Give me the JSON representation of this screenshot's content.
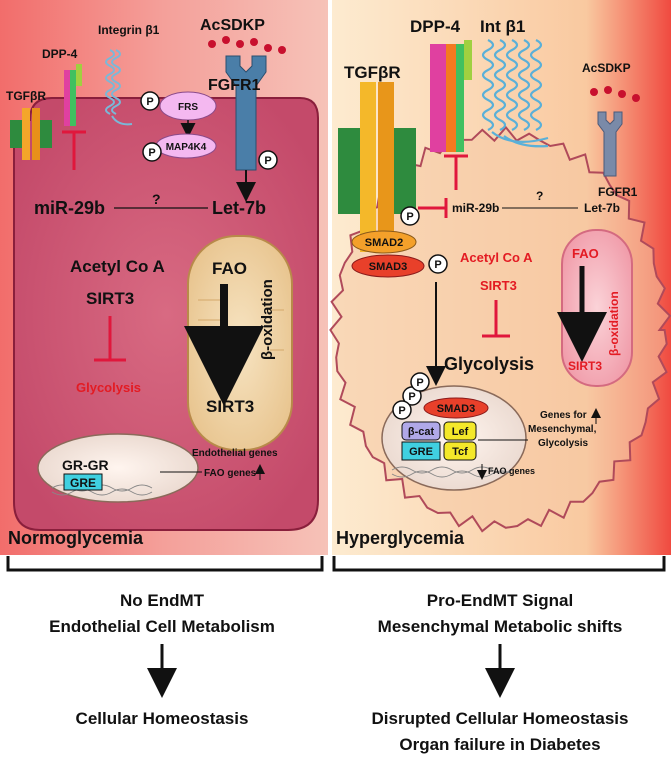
{
  "left": {
    "labels": {
      "dpp4": "DPP-4",
      "integrin": "Integrin β1",
      "acsdkp": "AcSDKP",
      "tgfbr": "TGFβR",
      "fgfr1": "FGFR1",
      "frs": "FRS",
      "map4k4": "MAP4K4",
      "mir29b": "miR-29b",
      "question": "?",
      "let7b": "Let-7b",
      "acetyl": "Acetyl Co A",
      "sirt3": "SIRT3",
      "glycolysis": "Glycolysis",
      "fao": "FAO",
      "beta_ox": "β-oxidation",
      "sirt3_mito": "SIRT3",
      "grgr": "GR-GR",
      "gre": "GRE",
      "endo_genes": "Endothelial genes",
      "fao_genes": "FAO genes",
      "condition": "Normoglycemia",
      "p": "P"
    },
    "summary": {
      "line1": "No EndMT",
      "line2": "Endothelial Cell Metabolism",
      "outcome": "Cellular Homeostasis"
    }
  },
  "right": {
    "labels": {
      "dpp4": "DPP-4",
      "int": "Int β1",
      "tgfbr": "TGFβR",
      "acsdkp": "AcSDKP",
      "fgfr1": "FGFR1",
      "mir29b": "miR-29b",
      "question": "?",
      "let7b": "Let-7b",
      "smad2": "SMAD2",
      "smad3": "SMAD3",
      "acetyl": "Acetyl Co A",
      "sirt3": "SIRT3",
      "glycolysis": "Glycolysis",
      "fao": "FAO",
      "beta_ox": "β-oxidation",
      "sirt3_mito": "SIRT3",
      "smad3_nuc": "SMAD3",
      "bcat": "β-cat",
      "lef": "Lef",
      "gre": "GRE",
      "tcf": "Tcf",
      "genes_for": "Genes for",
      "mesenchymal": "Mesenchymal,",
      "glycolysis_genes": "Glycolysis",
      "fao_genes": "FAO genes",
      "condition": "Hyperglycemia",
      "p": "P"
    },
    "summary": {
      "line1": "Pro-EndMT Signal",
      "line2": "Mesenchymal Metabolic shifts",
      "outcome1": "Disrupted Cellular Homeostasis",
      "outcome2": "Organ failure in Diabetes"
    }
  },
  "colors": {
    "inhibit": "#e0173c",
    "red_text": "#e31b23",
    "panel_left": "#f07a78",
    "panel_right": "#f9d6b0"
  }
}
